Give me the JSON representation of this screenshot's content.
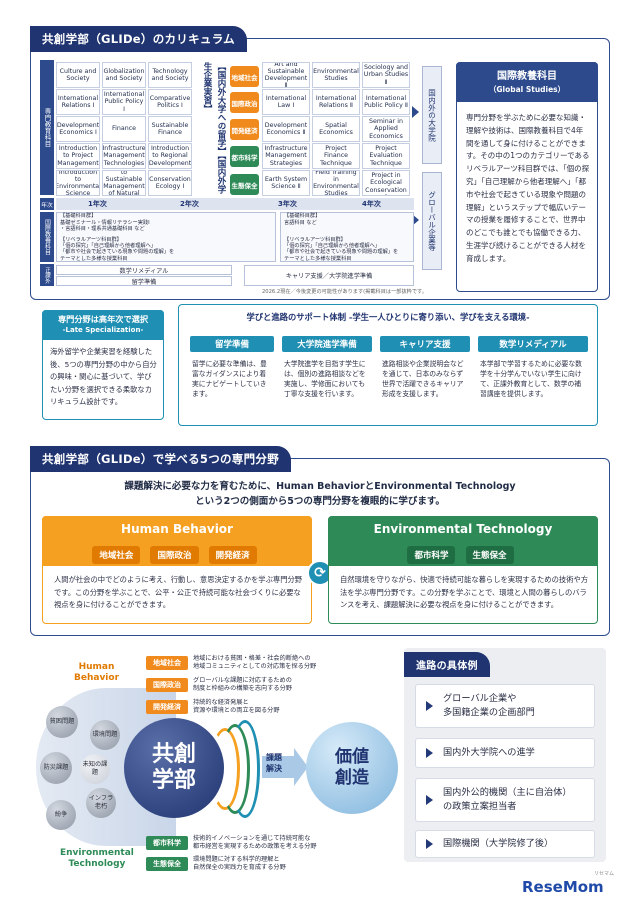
{
  "curriculum": {
    "tab": "共創学部（GLIDe）のカリキュラム",
    "left_label": "専門教育科目",
    "year_label": "年次",
    "general_label": "国際教養科目",
    "extra_label": "正課外",
    "col1": [
      "Culture and Society",
      "International Relations Ⅰ",
      "Development Economics Ⅰ",
      "Introduction to Project Management",
      "Introduction to Environmental Science"
    ],
    "col2": [
      "Globalization and Society",
      "International Public Policy Ⅰ",
      "Finance",
      "Infrastructure Management Technologies",
      "Introduction to Sustainable Management of Natural Resources"
    ],
    "col3": [
      "Technology and Society",
      "Comparative Politics Ⅰ",
      "Sustainable Finance",
      "Introduction to Regional Development",
      "Conservation Ecology Ⅰ"
    ],
    "intl_note": "【国内外大学への留学】【国内外学生企業実習】",
    "fields": [
      "地域社会",
      "国際政治",
      "開発経済",
      "都市科学",
      "生態保全"
    ],
    "col4": [
      "Art and Sustainable Development Ⅱ",
      "International Law Ⅰ",
      "Development Economics Ⅱ",
      "Infrastructure Management Strategies",
      "Earth System Science Ⅱ"
    ],
    "col5": [
      "Environmental Studies",
      "International Relations Ⅱ",
      "Spatial Economics",
      "Project Finance Technique",
      "Field Training in Environmental Studies"
    ],
    "col6": [
      "Sociology and Urban Studies Ⅱ",
      "International Public Policy Ⅱ",
      "Seminar in Applied Economics",
      "Project Evaluation Technique",
      "Research Project in Ecological Conservation Ⅱ"
    ],
    "years": [
      "1年次",
      "2年次",
      "3年次",
      "4年次"
    ],
    "grad_vertical": "国内外の大学院",
    "global_vertical": "グローバル企業等",
    "gen_text_1": "【基礎科目群】\n基礎ゼミナール・情報リテラシー実践Ⅰ\n・言語科目・理系共通基礎科目 など",
    "gen_text_2": "【リベラルアーツ科目群】\n「個の探究」「自己理解から他者理解へ」\n「都市や社会で起きている現象や問題の理解」を\nテーマとした多様な授業科目",
    "gen_text_3": "【基礎科目群】\n言語科目 など",
    "gen_text_4": "【リベラルアーツ科目群】\n「個の探究」「自己理解から他者理解へ」\n「都市や社会で起きている現象や問題の理解」を\nテーマとした多様な授業科目",
    "extra_1": "数学リメディアル",
    "extra_2": "留学準備",
    "extra_3": "キャリア支援／大学院進学準備",
    "footnote": "2026.2現在／今後変更の可能性があります(掲載科目は一部抜粋です。",
    "gs_title": "国際教養科目",
    "gs_subtitle": "（Global Studies）",
    "gs_body": "専門分野を学ぶために必要な知識・理解や技術は、国際教養科目で4年間を通して身に付けることができます。その中の1つのカテゴリーであるリベラルアーツ科目群では、「個の探究」「自己理解から他者理解へ」「都市や社会で起きている現象や問題の理解」というステップで幅広いテーマの授業を履修することで、世界中のどこでも誰とでも協働できる力、生涯学び続けることができる人材を育成します。"
  },
  "late": {
    "title": "専門分野は高年次で選択",
    "subtitle": "-Late Specialization-",
    "body": "海外留学や企業実習を経験した後、5つの専門分野の中から自分の興味・関心に基づいて、学びたい分野を選択できる柔軟なカリキュラム設計です。"
  },
  "support": {
    "title": "学びと進路のサポート体制 -学生一人ひとりに寄り添い、学びを支える環境-",
    "cols": [
      {
        "head": "留学準備",
        "body": "留学に必要な準備は、豊富なガイダンスにより着実にナビゲートしていきます。"
      },
      {
        "head": "大学院進学準備",
        "body": "大学院進学を目指す学生には、個別の進路相談などを実施し、学修面においても丁寧な支援を行います。"
      },
      {
        "head": "キャリア支援",
        "body": "進路相談や企業説明会などを通じて、日本のみならず世界で活躍できるキャリア形成を支援します。"
      },
      {
        "head": "数学リメディアル",
        "body": "本学部で学習するために必要な数学を十分学んでいない学生に向けて、正課外教育として、数学の補習講座を提供します。"
      }
    ]
  },
  "fields": {
    "tab": "共創学部（GLIDe）で学べる5つの専門分野",
    "lead1": "課題解決に必要な力を育むために、Human BehaviorとEnvironmental Technology",
    "lead2": "という2つの側面から5つの専門分野を複眼的に学びます。",
    "hb_title": "Human Behavior",
    "hb_pills": [
      "地域社会",
      "国際政治",
      "開発経済"
    ],
    "hb_body": "人間が社会の中でどのように考え、行動し、意思決定するかを学ぶ専門分野です。この分野を学ぶことで、公平・公正で持続可能な社会づくりに必要な視点を身に付けることができます。",
    "et_title": "Environmental Technology",
    "et_pills": [
      "都市科学",
      "生態保全"
    ],
    "et_body": "自然環境を守りながら、快適で持続可能な暮らしを実現するための技術や方法を学ぶ専門分野です。この分野を学ぶことで、環境と人間の暮らしのバランスを考え、課題解決に必要な視点を身に付けることができます。"
  },
  "diagram": {
    "hb_label": "Human\nBehavior",
    "et_label": "Environmental\nTechnology",
    "issues": [
      "貧困問題",
      "環境問題",
      "防災課題",
      "インフラ老朽",
      "紛争",
      "未知の課題"
    ],
    "core": "共創\n学部",
    "arrow_label": "課題\n解決",
    "value": "価値\n創造",
    "tags": [
      {
        "name": "地域社会",
        "desc": "地域における貧困・格差・社会的断絶への\n地域コミュニティとしての対応策を探る分野"
      },
      {
        "name": "国際政治",
        "desc": "グローバルな課題に対応するための\n制度と枠組みの構築を志向する分野"
      },
      {
        "name": "開発経済",
        "desc": "持続的な経済発展と\n資源や環境との両立を図る分野"
      },
      {
        "name": "都市科学",
        "desc": "技術的イノベーションを通じて持続可能な\n都市経営を実現するための政策を考える分野"
      },
      {
        "name": "生態保全",
        "desc": "環境問題に対する科学的理解と\n自然保全の実践力を育成する分野"
      }
    ]
  },
  "careers": {
    "title": "進路の具体例",
    "items": [
      "グローバル企業や\n多国籍企業の企画部門",
      "国内外大学院への進学",
      "国内外公的機関（主に自治体）\nの政策立案担当者",
      "国際機関（大学院修了後）"
    ]
  },
  "brand": {
    "logo": "ReseMom",
    "small": "リセマム"
  },
  "colors": {
    "navy": "#1f3470",
    "orange": "#f5a020",
    "green": "#2e8b57",
    "teal": "#1f8fb3"
  }
}
